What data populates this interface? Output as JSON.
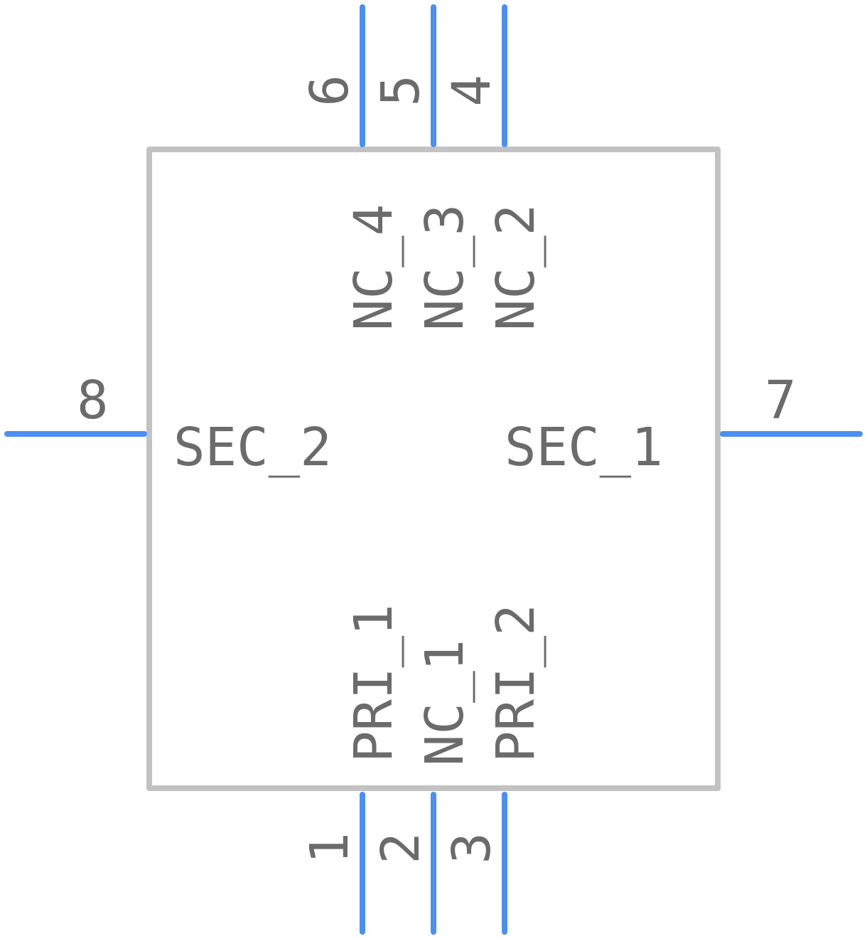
{
  "component": {
    "pins": [
      {
        "number": "1",
        "name": "PRI_1"
      },
      {
        "number": "2",
        "name": "NC_1"
      },
      {
        "number": "3",
        "name": "PRI_2"
      },
      {
        "number": "4",
        "name": "NC_2"
      },
      {
        "number": "5",
        "name": "NC_3"
      },
      {
        "number": "6",
        "name": "NC_4"
      },
      {
        "number": "7",
        "name": "SEC_1"
      },
      {
        "number": "8",
        "name": "SEC_2"
      }
    ]
  },
  "colors": {
    "pin": "#4d8ff0",
    "outline": "#c2c2c2",
    "text": "#6b6b6b"
  }
}
